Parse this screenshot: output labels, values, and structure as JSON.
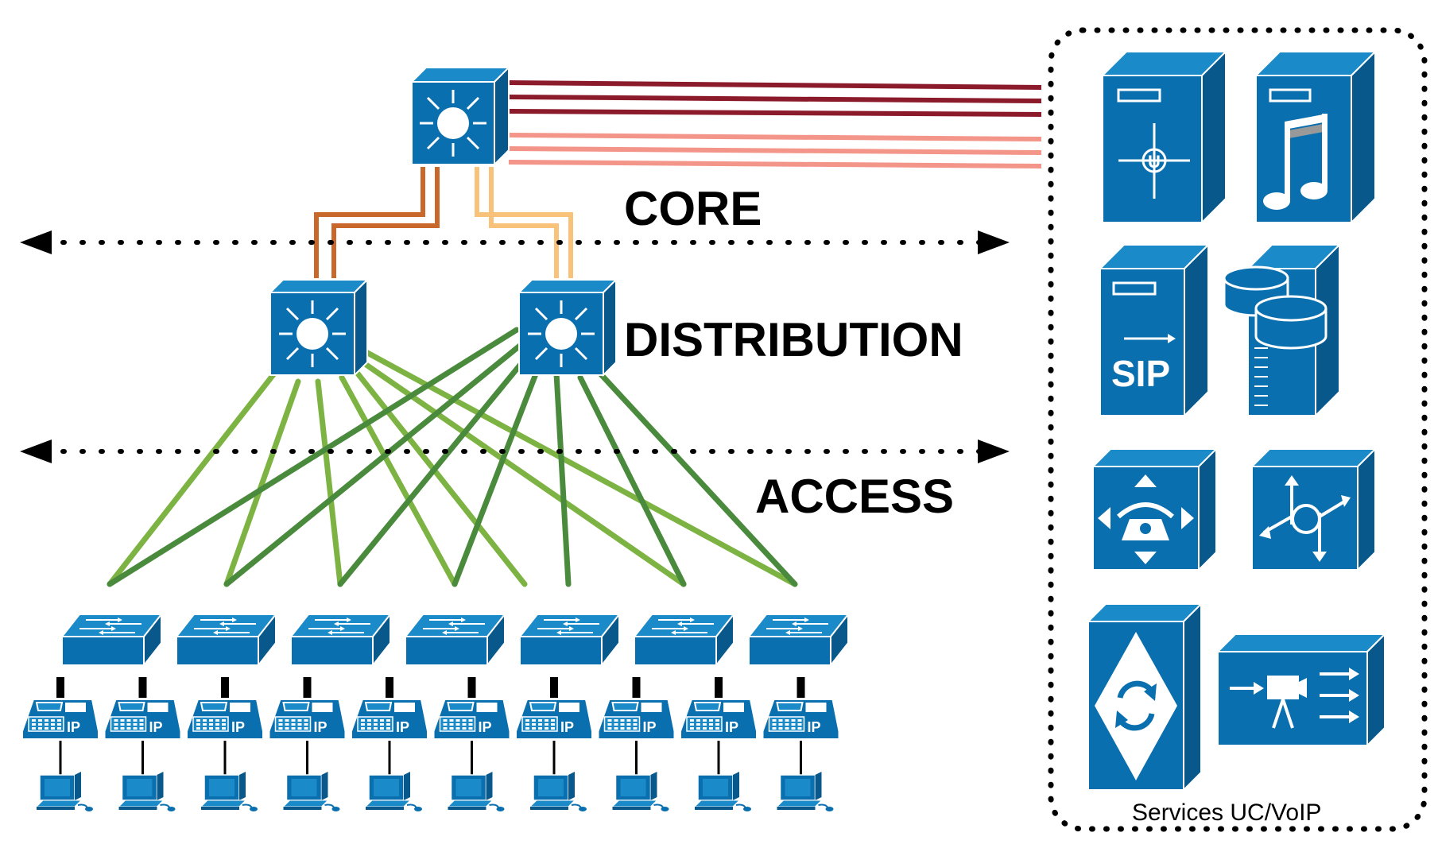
{
  "layers": {
    "core": "CORE",
    "distribution": "DISTRIBUTION",
    "access": "ACCESS"
  },
  "services": {
    "title": "Services UC/VoIP",
    "icons": [
      "unified-communications-server-icon",
      "music-on-hold-server-icon",
      "sip-proxy-server-icon",
      "database-storage-server-icon",
      "ip-telephony-router-icon",
      "voice-router-icon",
      "transcoder-icon",
      "video-gateway-icon"
    ]
  },
  "phone_label": "IP",
  "devices": {
    "core_switches": 1,
    "distribution_switches": 2,
    "access_switches": 7,
    "ip_phones": 10,
    "workstations": 10
  },
  "colors": {
    "device_blue": "#0a6fae",
    "device_top": "#1a8ac8",
    "device_side": "#08588c",
    "core_uplink_dark": "#8b1a2b",
    "core_uplink_light": "#f4958a",
    "core_dist_left": "#c8692b",
    "core_dist_right": "#f8c27a",
    "access_light_green": "#7cb342",
    "access_dark_green": "#4a8a3c"
  }
}
